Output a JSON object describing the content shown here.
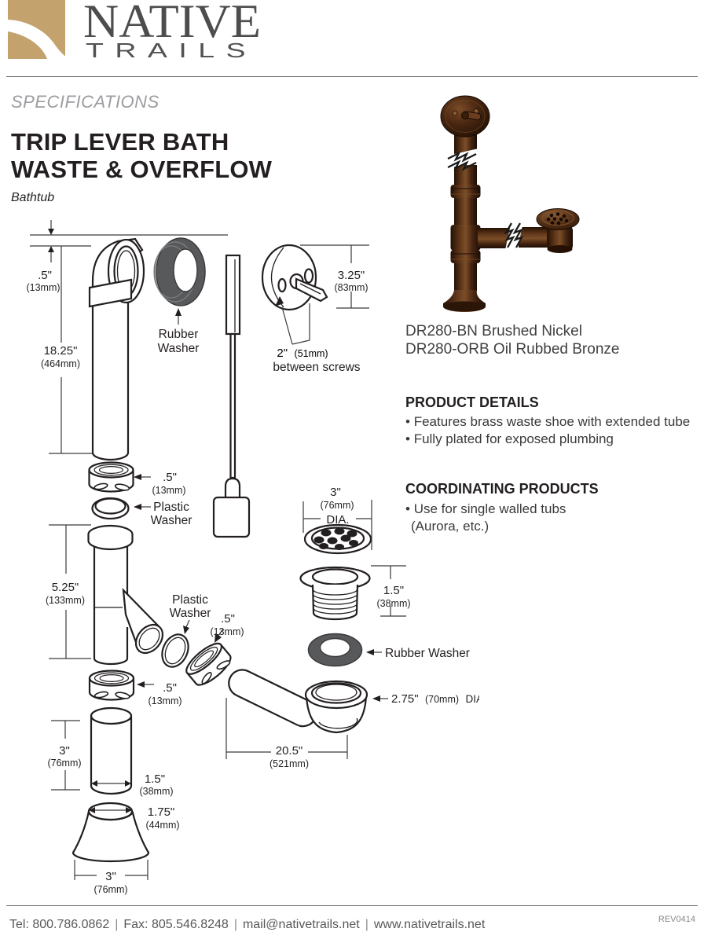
{
  "brand": {
    "name_top": "NATIVE",
    "name_bottom": "TRAILS",
    "logo_color": "#c3a26d"
  },
  "header": {
    "eyebrow": "SPECIFICATIONS",
    "title_line1": "TRIP LEVER BATH",
    "title_line2": "WASTE & OVERFLOW",
    "subtitle": "Bathtub"
  },
  "product": {
    "models": [
      "DR280-BN Brushed Nickel",
      "DR280-ORB Oil Rubbed Bronze"
    ],
    "details_heading": "PRODUCT DETAILS",
    "details": [
      "Features brass waste shoe with extended tube",
      "Fully plated for exposed plumbing"
    ],
    "coordinating_heading": "COORDINATING PRODUCTS",
    "coordinating_line1": "Use for single walled tubs",
    "coordinating_line2": "(Aurora, etc.)"
  },
  "ui": {
    "bullet": "•"
  },
  "colors": {
    "logo_tan": "#c3a26d",
    "rubber_gray": "#58595b",
    "bronze": "#4a2a16"
  },
  "diagram": {
    "overflow_gap": {
      "v": ".5\"",
      "m": "(13mm)"
    },
    "overflow_len": {
      "v": "18.25\"",
      "m": "(464mm)"
    },
    "rubber_washer": {
      "l1": "Rubber",
      "l2": "Washer"
    },
    "faceplate_dia": {
      "v": "3.25\"",
      "m": "(83mm)"
    },
    "screw_spacing": {
      "v": "2\"",
      "m": "(51mm)",
      "caption": "between screws"
    },
    "nut1": {
      "v": ".5\"",
      "m": "(13mm)"
    },
    "washer1": {
      "l1": "Plastic",
      "l2": "Washer"
    },
    "tee_len": {
      "v": "5.25\"",
      "m": "(133mm)"
    },
    "washer2": {
      "l1": "Plastic",
      "l2": "Washer"
    },
    "nut2": {
      "v": ".5\"",
      "m": "(13mm)"
    },
    "nut3": {
      "v": ".5\"",
      "m": "(13mm)"
    },
    "tube_len": {
      "v": "3\"",
      "m": "(76mm)"
    },
    "tube_dia": {
      "v": "1.5\"",
      "m": "(38mm)"
    },
    "cone_top": {
      "v": "1.75\"",
      "m": "(44mm)"
    },
    "cone_base": {
      "v": "3\"",
      "m": "(76mm)"
    },
    "strainer_dia": {
      "v": "3\"",
      "m": "(76mm)",
      "caption": "DIA."
    },
    "flange_h": {
      "v": "1.5\"",
      "m": "(38mm)"
    },
    "rubber_washer2": {
      "label": "Rubber Washer"
    },
    "shoe_dia": {
      "v": "2.75\"",
      "m": "(70mm)",
      "caption": "DIA. OD"
    },
    "shoe_len": {
      "v": "20.5\"",
      "m": "(521mm)"
    }
  },
  "footer": {
    "tel": "Tel: 800.786.0862",
    "fax": "Fax: 805.546.8248",
    "email": "mail@nativetrails.net",
    "web": "www.nativetrails.net",
    "sep": "|",
    "rev": "REV0414"
  }
}
